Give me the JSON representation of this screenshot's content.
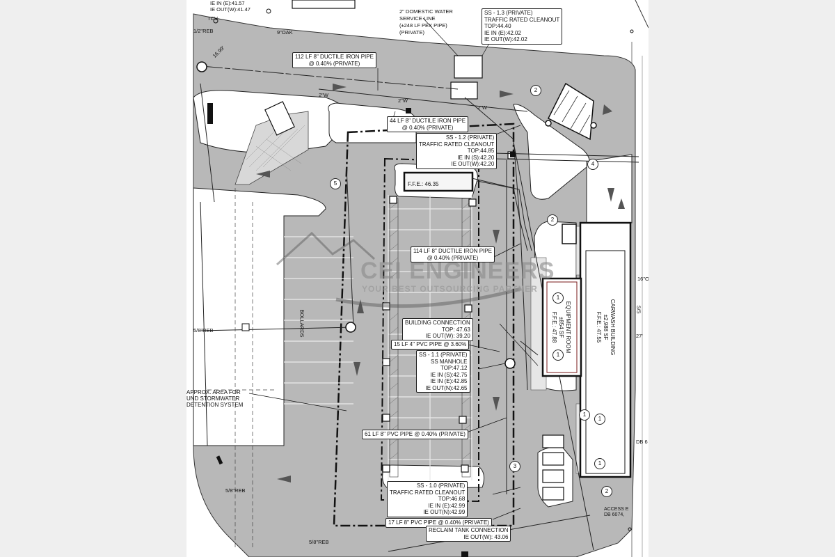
{
  "callouts": {
    "top_left_ie": [
      "IE IN (E):41.57",
      "IE OUT(W):41.47"
    ],
    "domestic_water": [
      "2\" DOMESTIC WATER",
      "SERVICE LINE",
      "(±248 LF PEX PIPE)",
      "(PRIVATE)"
    ],
    "ss13": [
      "SS - 1.3 (PRIVATE)",
      "TRAFFIC RATED CLEANOUT",
      "TOP:44.40",
      "IE IN (E):42.02",
      "IE OUT(W):42.02"
    ],
    "pipe_112": [
      "112 LF 8\" DUCTILE IRON PIPE",
      "@ 0.40% (PRIVATE)"
    ],
    "pipe_44": [
      "44 LF 8\" DUCTILE IRON PIPE",
      "@ 0.40% (PRIVATE)"
    ],
    "ss12": [
      "SS - 1.2 (PRIVATE)",
      "TRAFFIC RATED CLEANOUT",
      "TOP:44.85",
      "IE IN (S):42.20",
      "IE OUT(W):42.20"
    ],
    "ffe": "F.F.E.: 46.35",
    "pipe_114": [
      "114 LF 8\" DUCTILE IRON PIPE",
      "@ 0.40% (PRIVATE)"
    ],
    "building_connection": [
      "BUILDING CONNECTION",
      "TOP: 47.63",
      "IE OUT(W): 39.20"
    ],
    "pipe_15": "15 LF 4\" PVC PIPE @ 3.60%",
    "ss11": [
      "SS - 1.1 (PRIVATE)",
      "SS MANHOLE",
      "TOP:47.12",
      "IE IN (S):42.75",
      "IE IN (E):42.85",
      "IE OUT(N):42.65"
    ],
    "pipe_61": "61 LF 8\" PVC PIPE @ 0.40% (PRIVATE)",
    "ss10": [
      "SS - 1.0 (PRIVATE)",
      "TRAFFIC RATED CLEANOUT",
      "TOP:46.68",
      "IE IN (E):42.99",
      "IE OUT(N):42.99"
    ],
    "pipe_17": "17 LF 8\" PVC PIPE @ 0.40% (PRIVATE)",
    "reclaim": [
      "RECLAIM TANK CONNECTION",
      "IE OUT(W): 43.06"
    ]
  },
  "labels": {
    "tcv": "TCV",
    "reb_half": "1/2\"REB",
    "oak": "9\"OAK",
    "dim_1699": "16.99'",
    "water_2w_a": "2\"W",
    "water_2w_b": "2\"W",
    "water_2w_c": "2\"W",
    "reb_58_a": "5/8\"REB",
    "reb_58_b": "5/8\"REB",
    "reb_58_c": "5/8\"REB",
    "stormwater": [
      "APPROX. AREA FOR",
      "UND  STORMWATER",
      "DETENTION SYSTEM"
    ],
    "bollards": "BOLLARDS",
    "oak16": "16\"O",
    "right_dim": "S/S",
    "dim_27": "27'",
    "db_a": "DB 6",
    "access": [
      "ACCESS E",
      "DB 6074,"
    ]
  },
  "buildings": {
    "equipment": [
      "EQUIPMENT ROOM",
      "±854 SF",
      "F.F.E.: 47.88"
    ],
    "carwash": [
      "CARWASH BUILDING",
      "±2,988 SF",
      "F.F.E.: 47.55"
    ]
  },
  "keynotes": [
    "2",
    "4",
    "5",
    "2",
    "1",
    "1",
    "1",
    "1",
    "3",
    "1",
    "2"
  ],
  "logo": {
    "main": "CEI ENGINEERS",
    "sub": "YOUR BEST OUTSOURCING PARTNER"
  },
  "colors": {
    "pavement": "#b9b9b9",
    "line": "#1e1e1e",
    "background": "#efefef"
  }
}
